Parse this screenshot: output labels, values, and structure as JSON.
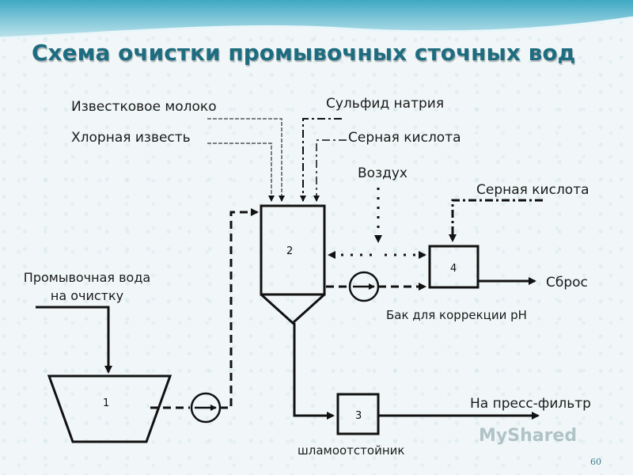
{
  "title": "Схема очистки промывочных сточных вод",
  "inputs": {
    "lime_milk": "Известковое молоко",
    "bleach": "Хлорная известь",
    "sodium_sulfide": "Сульфид натрия",
    "sulfuric_acid_top": "Серная кислота",
    "air": "Воздух",
    "sulfuric_acid_right": "Серная кислота",
    "wash_water_line1": "Промывочная вода",
    "wash_water_line2": "на очистку"
  },
  "outputs": {
    "discharge": "Сброс",
    "press_filter": "На пресс-фильтр"
  },
  "units": {
    "unit1": "1",
    "unit2": "2",
    "unit3": "3",
    "unit4": "4",
    "ph_tank_caption": "Бак для коррекции pH",
    "sludge_caption": "шламоотстойник"
  },
  "watermark_text": "MyShared",
  "page_number": "60"
}
